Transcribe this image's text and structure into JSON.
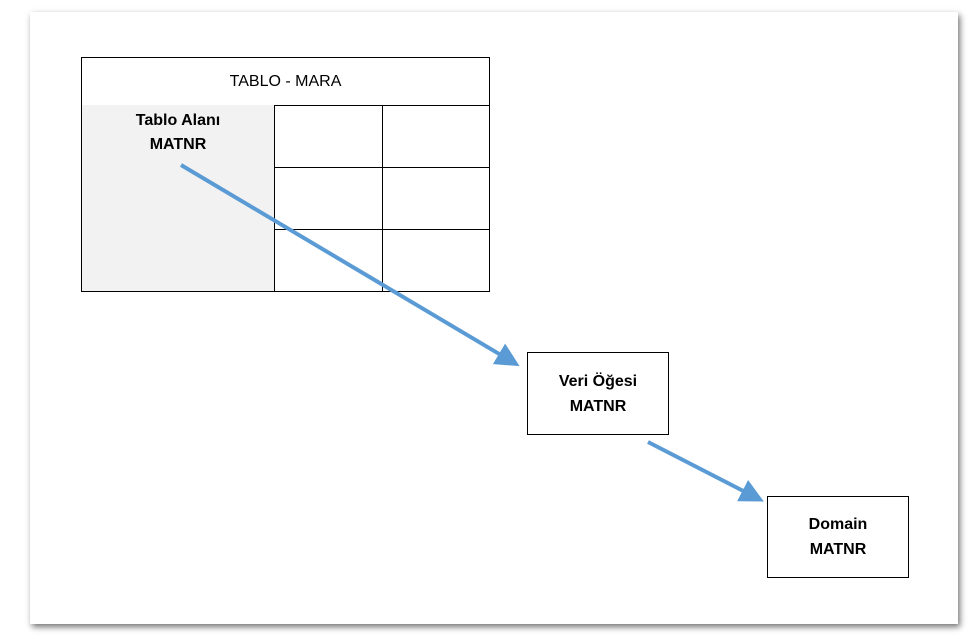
{
  "table": {
    "title": "TABLO - MARA",
    "field_label_line1": "Tablo Alanı",
    "field_label_line2": "MATNR"
  },
  "data_element": {
    "line1": "Veri Öğesi",
    "line2": "MATNR"
  },
  "domain": {
    "line1": "Domain",
    "line2": "MATNR"
  },
  "colors": {
    "arrow": "#5b9bd5",
    "shaded_cell": "#f2f2f2",
    "border": "#000000"
  }
}
